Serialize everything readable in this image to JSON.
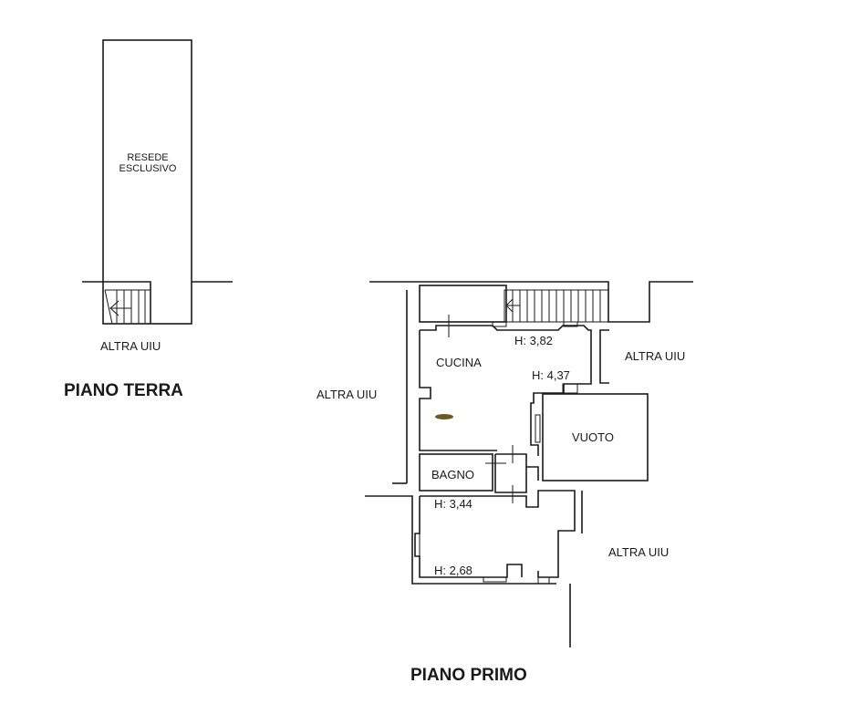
{
  "piano_terra": {
    "title": "PIANO TERRA",
    "resede_line1": "RESEDE",
    "resede_line2": "ESCLUSIVO",
    "altra_uiu": "ALTRA UIU"
  },
  "piano_primo": {
    "title": "PIANO PRIMO",
    "cucina": "CUCINA",
    "bagno": "BAGNO",
    "vuoto": "VUOTO",
    "h1": "H: 3,82",
    "h2": "H: 4,37",
    "h3": "H: 3,44",
    "h4": "H: 2,68",
    "altra_uiu_left": "ALTRA UIU",
    "altra_uiu_right_top": "ALTRA UIU",
    "altra_uiu_right_bottom": "ALTRA UIU"
  }
}
